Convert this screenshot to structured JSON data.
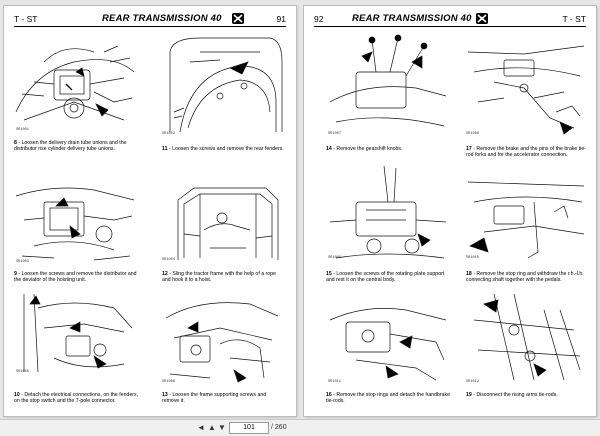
{
  "left_page": {
    "header_code": "T - ST",
    "header_title": "REAR TRANSMISSION 40",
    "page_number": "91",
    "figures": [
      {
        "tag": "SR1001",
        "num": "8",
        "text": " - Loosen the delivery drain tube unions and the distributor rise cylinder delivery tube unions."
      },
      {
        "tag": "SR1002",
        "num": "11",
        "text": " - Loosen the screws and remove the rear fenders."
      },
      {
        "tag": "SR1003",
        "num": "9",
        "text": " - Loosen the screws and remove the distributor and the deviator of the hoisting unit."
      },
      {
        "tag": "SR1004",
        "num": "12",
        "text": " - Sling the tractor frame with the help of a rope and hook it to a hoist."
      },
      {
        "tag": "SR1005",
        "num": "10",
        "text": " - Detach the electrical connections, on the fenders, on the stop switch and the 7-pole connector."
      },
      {
        "tag": "SR1006",
        "num": "13",
        "text": " - Loosen the frame supporting screws and remove it."
      }
    ]
  },
  "right_page": {
    "header_code": "T - ST",
    "header_title": "REAR TRANSMISSION 40",
    "page_number": "92",
    "figures": [
      {
        "tag": "SR1007",
        "num": "14",
        "text": " - Remove the gearshift knobs."
      },
      {
        "tag": "SR1008",
        "num": "17",
        "text": " - Remove the brake and the pins of the brake tie-rod forks and for the accelerator connection."
      },
      {
        "tag": "SR1009",
        "num": "15",
        "text": " - Loosen the screws of the rotating plate support and rest it on the central body."
      },
      {
        "tag": "SR1010",
        "num": "18",
        "text": " - Remove the stop ring and withdraw the r.h.-l.h. connecting shaft together with the pedals."
      },
      {
        "tag": "SR1011",
        "num": "16",
        "text": " - Remove the stop rings and detach the handbrake tie-rods."
      },
      {
        "tag": "SR1012",
        "num": "19",
        "text": " - Disconnect the rising arms tie-rods."
      }
    ]
  },
  "toolbar": {
    "prev_label": "◄",
    "up_label": "▲",
    "down_label": "▼",
    "current_page": "101",
    "separator": "/",
    "total_pages": "260"
  }
}
